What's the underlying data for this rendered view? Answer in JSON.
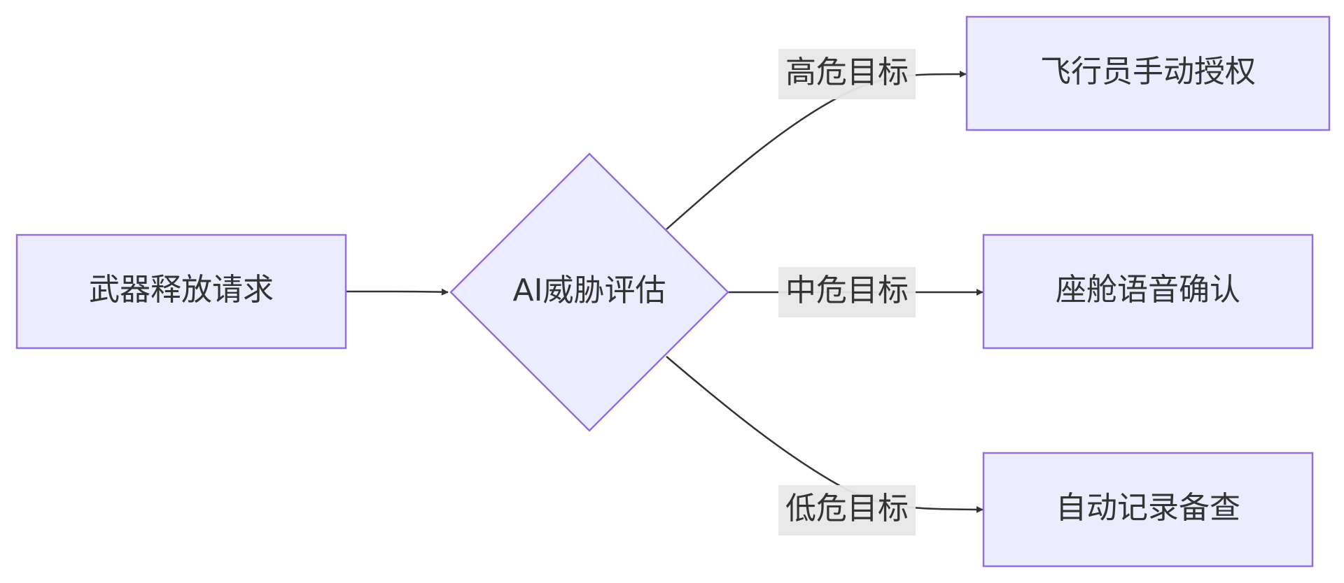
{
  "colors": {
    "node_fill": "#ececff",
    "node_stroke": "#9370db",
    "edge": "#333333",
    "label_background": "#e8e8e8",
    "text": "#333333"
  },
  "nodes": {
    "request": {
      "label": "武器释放请求",
      "shape": "rectangle"
    },
    "assessment": {
      "label": "AI威胁评估",
      "shape": "diamond"
    },
    "pilot_auth": {
      "label": "飞行员手动授权",
      "shape": "rectangle"
    },
    "voice_confirm": {
      "label": "座舱语音确认",
      "shape": "rectangle"
    },
    "auto_log": {
      "label": "自动记录备查",
      "shape": "rectangle"
    }
  },
  "edges": {
    "request_to_assessment": {
      "from": "request",
      "to": "assessment",
      "label": ""
    },
    "high_threat": {
      "from": "assessment",
      "to": "pilot_auth",
      "label": "高危目标"
    },
    "medium_threat": {
      "from": "assessment",
      "to": "voice_confirm",
      "label": "中危目标"
    },
    "low_threat": {
      "from": "assessment",
      "to": "auto_log",
      "label": "低危目标"
    }
  }
}
